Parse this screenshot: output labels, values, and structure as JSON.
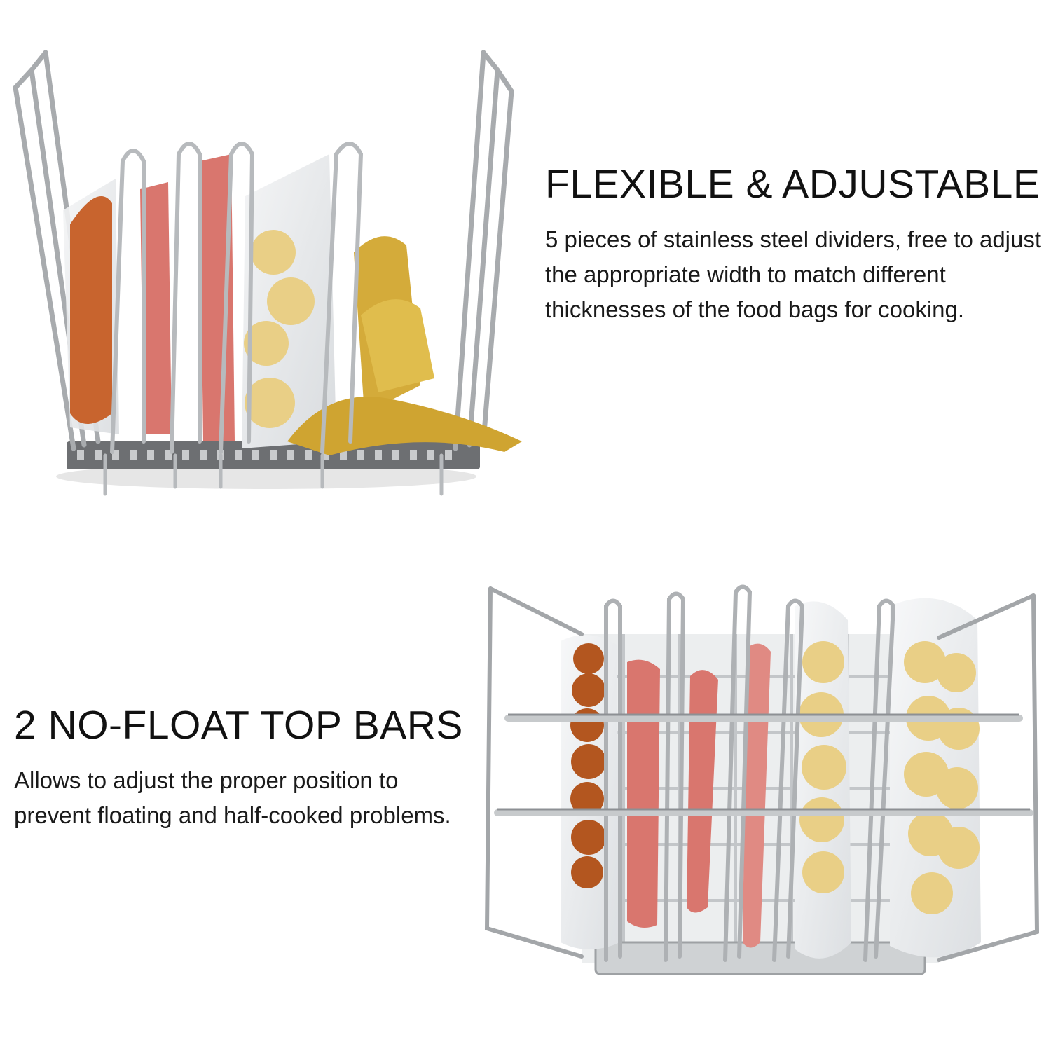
{
  "features": [
    {
      "heading": "FLEXIBLE & ADJUSTABLE",
      "body": "5 pieces of stainless steel dividers, free to adjust the appropriate width to match different thicknesses of the food bags for cooking."
    },
    {
      "heading": "2 NO-FLOAT TOP BARS",
      "body": "Allows to adjust the proper position to prevent floating and half-cooked problems."
    }
  ],
  "colors": {
    "background": "#ffffff",
    "text": "#111111",
    "steel": "#b9bcbf",
    "sausage": "#c8642e",
    "ham": "#d9766e",
    "potato": "#e9cf86",
    "gold_pack": "#d4ab3a"
  },
  "icons": [
    "sous-vide-rack-photo-top",
    "sous-vide-rack-photo-bottom"
  ]
}
